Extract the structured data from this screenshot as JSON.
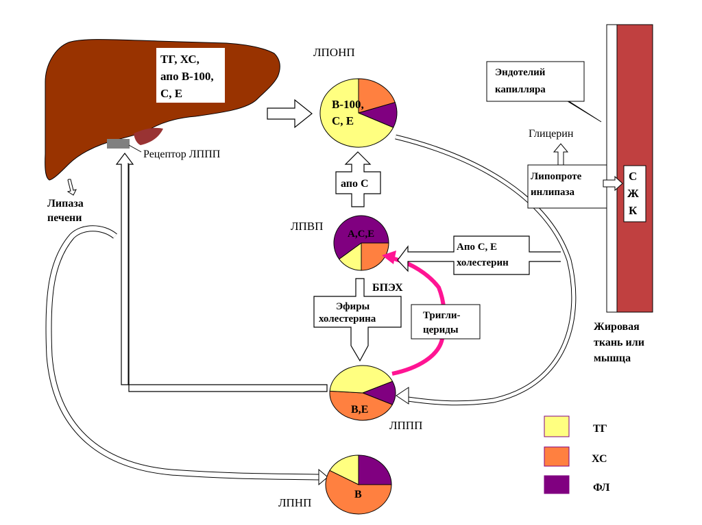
{
  "colors": {
    "tg": "#FFFF80",
    "hs": "#FF8040",
    "fl": "#800080",
    "liver": "#993300",
    "liver_shade": "#993333",
    "receptor": "#808080",
    "tissue": "#C04040",
    "arrow_pink": "#FF1493"
  },
  "liver": {
    "content_lines": [
      "ТГ, ХС,",
      "апо В-100,",
      "С, Е"
    ],
    "receptor_label": "Рецептор ЛППП",
    "lipase_lines": [
      "Липаза",
      "печени"
    ]
  },
  "vldl": {
    "label": "ЛПОНП",
    "inner_lines": [
      "В-100,",
      "С, Е"
    ],
    "composition": {
      "tg": 0.68,
      "hs": 0.2,
      "fl": 0.12
    }
  },
  "apoc_arrow": {
    "label": "апо С"
  },
  "hdl": {
    "label": "ЛПВП",
    "inner": "А,С,Е",
    "composition": {
      "fl": 0.6,
      "tg": 0.15,
      "hs": 0.25
    }
  },
  "bpeh": {
    "label": "БПЭХ"
  },
  "esters_arrow": {
    "lines": [
      "Эфиры",
      "холестерина"
    ]
  },
  "triglycerides_box": {
    "lines": [
      "Тригли-",
      "цериды"
    ]
  },
  "apoce_arrow": {
    "lines": [
      "Апо С, Е",
      "холестерин"
    ]
  },
  "idl": {
    "label": "ЛППП",
    "inner": "В,Е",
    "composition": {
      "tg": 0.42,
      "fl": 0.14,
      "hs": 0.44
    }
  },
  "ldl": {
    "label": "ЛПНП",
    "inner": "В",
    "composition": {
      "fl": 0.25,
      "hs": 0.58,
      "tg": 0.17
    }
  },
  "endothelium_callout": {
    "lines": [
      "Эндотелий",
      "капилляра"
    ]
  },
  "glycerol": {
    "label": "Глицерин"
  },
  "lpl_box": {
    "lines": [
      "Липопроте",
      "инлипаза"
    ]
  },
  "ffa_box": {
    "letters": [
      "С",
      "Ж",
      "К"
    ]
  },
  "tissue_label": {
    "lines": [
      "Жировая",
      "ткань или",
      "мышца"
    ]
  },
  "legend": {
    "items": [
      {
        "key": "tg",
        "label": "ТГ"
      },
      {
        "key": "hs",
        "label": "ХС"
      },
      {
        "key": "fl",
        "label": "ФЛ"
      }
    ]
  }
}
